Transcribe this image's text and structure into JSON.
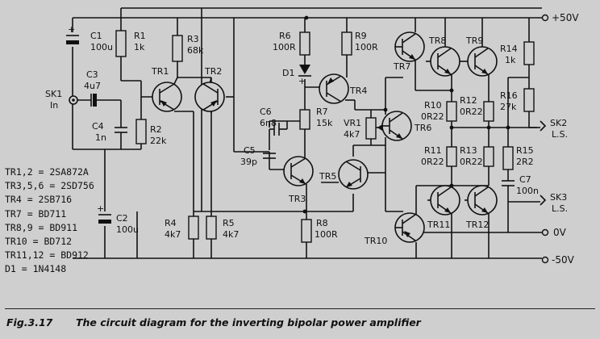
{
  "figure": {
    "number": "Fig.3.17",
    "caption": "The circuit diagram for the inverting bipolar power amplifier"
  },
  "rails": {
    "pos": "+50V",
    "zero": "0V",
    "neg": "-50V"
  },
  "connectors": {
    "sk1": [
      "SK1",
      "In"
    ],
    "sk2": [
      "SK2",
      "L.S."
    ],
    "sk3": [
      "SK3",
      "L.S."
    ]
  },
  "components": {
    "c1": [
      "C1",
      "100u"
    ],
    "r1": [
      "R1",
      "1k"
    ],
    "r3": [
      "R3",
      "68k"
    ],
    "c3": [
      "C3",
      "4u7"
    ],
    "tr1": "TR1",
    "tr2": "TR2",
    "c4": [
      "C4",
      "1n"
    ],
    "r2": [
      "R2",
      "22k"
    ],
    "r6": [
      "R6",
      "100R"
    ],
    "d1": "D1",
    "r9": [
      "R9",
      "100R"
    ],
    "tr4": "TR4",
    "c6": [
      "C6",
      "6n8"
    ],
    "r7": [
      "R7",
      "15k"
    ],
    "c5": [
      "C5",
      "39p"
    ],
    "tr3": "TR3",
    "tr5": "TR5",
    "vr1": [
      "VR1",
      "4k7"
    ],
    "tr6": "TR6",
    "r4": [
      "R4",
      "4k7"
    ],
    "r5": [
      "R5",
      "4k7"
    ],
    "r8": [
      "R8",
      "100R"
    ],
    "tr7": "TR7",
    "tr8": "TR8",
    "tr9": "TR9",
    "r14": [
      "R14",
      "1k"
    ],
    "r16": [
      "R16",
      "27k"
    ],
    "r10": [
      "R10",
      "0R22"
    ],
    "r12": [
      "R12",
      "0R22"
    ],
    "r11": [
      "R11",
      "0R22"
    ],
    "r13": [
      "R13",
      "0R22"
    ],
    "r15": [
      "R15",
      "2R2"
    ],
    "c7": [
      "C7",
      "100n"
    ],
    "c2": [
      "C2",
      "100u"
    ],
    "tr10": "TR10",
    "tr11": "TR11",
    "tr12": "TR12"
  },
  "parts_list": [
    "TR1,2 = 2SA872A",
    "TR3,5,6 = 2SD756",
    "TR4 = 2SB716",
    "TR7 = BD711",
    "TR8,9 = BD911",
    "TR10 = BD712",
    "TR11,12 = BD912",
    "D1 = 1N4148"
  ]
}
